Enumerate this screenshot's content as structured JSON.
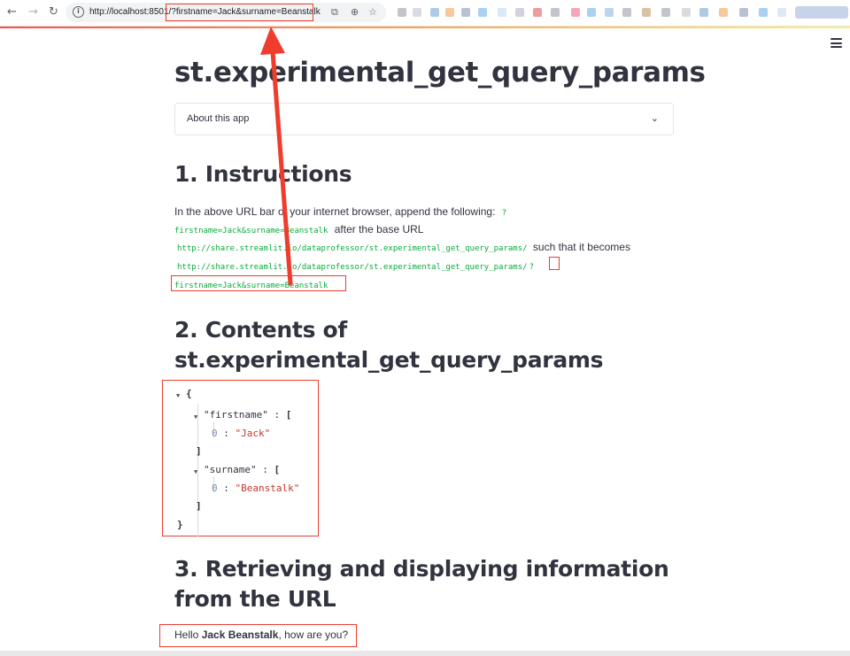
{
  "browser": {
    "back_icon": "back-arrow-icon",
    "forward_icon": "forward-arrow-icon",
    "reload_icon": "reload-icon",
    "url_host": "http://localhost:8501/",
    "url_query": "?firstname=Jack&surname=Beanstalk",
    "extension_colors": [
      "#9aa0a6",
      "#bfc3c8",
      "#7aa6d6",
      "#f0a35a",
      "#8a99b8",
      "#6fb3e8",
      "#c5d8ee",
      "#b0b6c0",
      "#e35a5a",
      "#9aa0a6",
      "#f26b8a",
      "#6fb3e8",
      "#8fb7e0",
      "#9aa0a6",
      "#c29a6a"
    ],
    "accent": "#ff4b4b"
  },
  "app": {
    "title": "st.experimental_get_query_params",
    "expander_label": "About this app",
    "section1": {
      "heading": "1. Instructions",
      "line1_text": "In the above URL bar of your internet browser, append the following:",
      "line1_code": "?",
      "line2_code": "firstname=Jack&surname=Beanstalk",
      "line2_text": "after the base URL",
      "line3_code": "http://share.streamlit.io/dataprofessor/st.experimental_get_query_params/",
      "line3_text": "such that it becomes",
      "line4_code": "http://share.streamlit.io/dataprofessor/st.experimental_get_query_params/",
      "line4_q": "?",
      "line5_code": "firstname=Jack&surname=Beanstalk"
    },
    "section2": {
      "heading": "2. Contents of st.experimental_get_query_params",
      "json": {
        "open_brace": "{",
        "key1": "\"firstname\"",
        "colon": ":",
        "open_bracket": "[",
        "idx": "0",
        "val1": "\"Jack\"",
        "close_bracket": "]",
        "key2": "\"surname\"",
        "val2": "\"Beanstalk\"",
        "close_brace": "}"
      }
    },
    "section3": {
      "heading": "3. Retrieving and displaying information from the URL",
      "greet_prefix": "Hello",
      "greet_name": "Jack Beanstalk",
      "greet_suffix": ", how are you?"
    }
  },
  "colors": {
    "text": "#31333f",
    "code_green": "#09ab3b",
    "annotation_red": "#ef3c2d",
    "json_string": "#c0392b"
  }
}
